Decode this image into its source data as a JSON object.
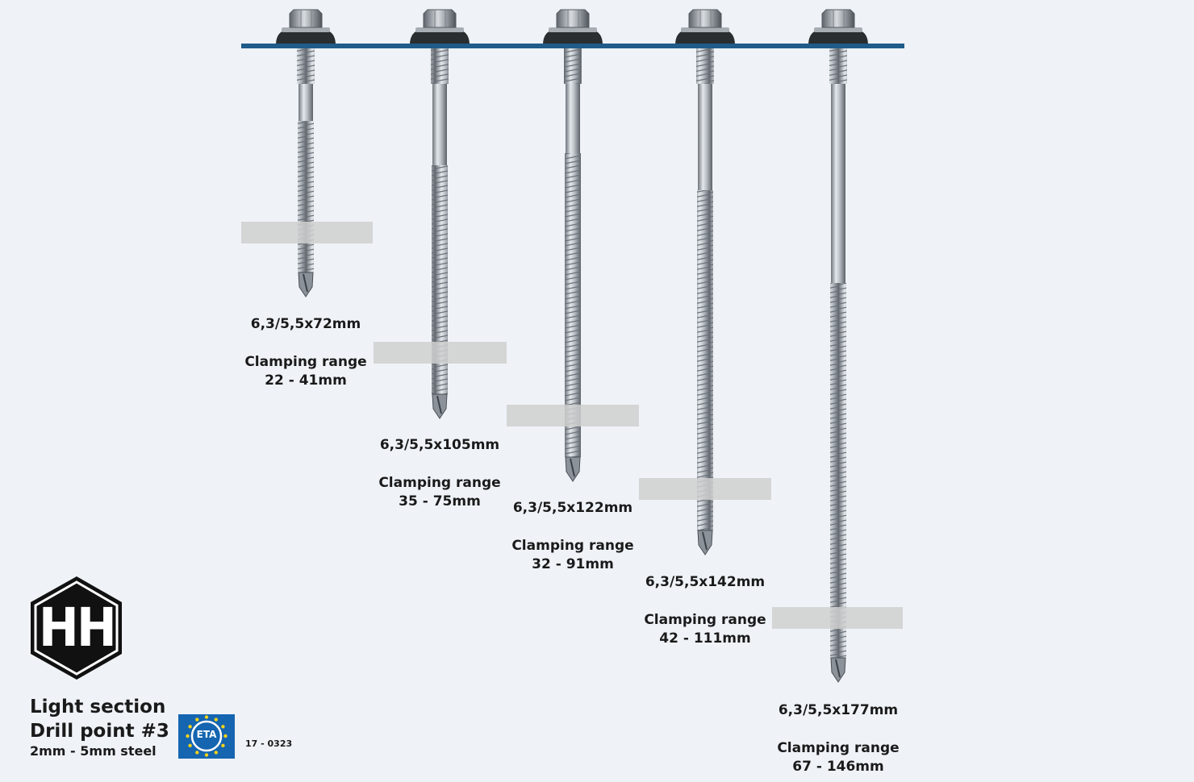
{
  "colors": {
    "background": "#eff3f8",
    "roof_sheet": "#1f5c8a",
    "steel_section": "#d3d3d3",
    "eta_blue": "#1565b0",
    "eta_stars": "#f4d21a"
  },
  "screws": [
    {
      "size": "6,3/5,5x72mm",
      "clamping_label": "Clamping range",
      "clamping_value": "22 - 41mm"
    },
    {
      "size": "6,3/5,5x105mm",
      "clamping_label": "Clamping range",
      "clamping_value": "35 - 75mm"
    },
    {
      "size": "6,3/5,5x122mm",
      "clamping_label": "Clamping range",
      "clamping_value": "32 - 91mm"
    },
    {
      "size": "6,3/5,5x142mm",
      "clamping_label": "Clamping range",
      "clamping_value": "42 - 111mm"
    },
    {
      "size": "6,3/5,5x177mm",
      "clamping_label": "Clamping range",
      "clamping_value": "67 - 146mm"
    }
  ],
  "info": {
    "line1": "Light section",
    "line2": "Drill point  #3",
    "line3": "2mm - 5mm steel"
  },
  "logo": {
    "letters": "HH"
  },
  "eta": {
    "badge_text": "ETA",
    "code": "17 - 0323"
  }
}
